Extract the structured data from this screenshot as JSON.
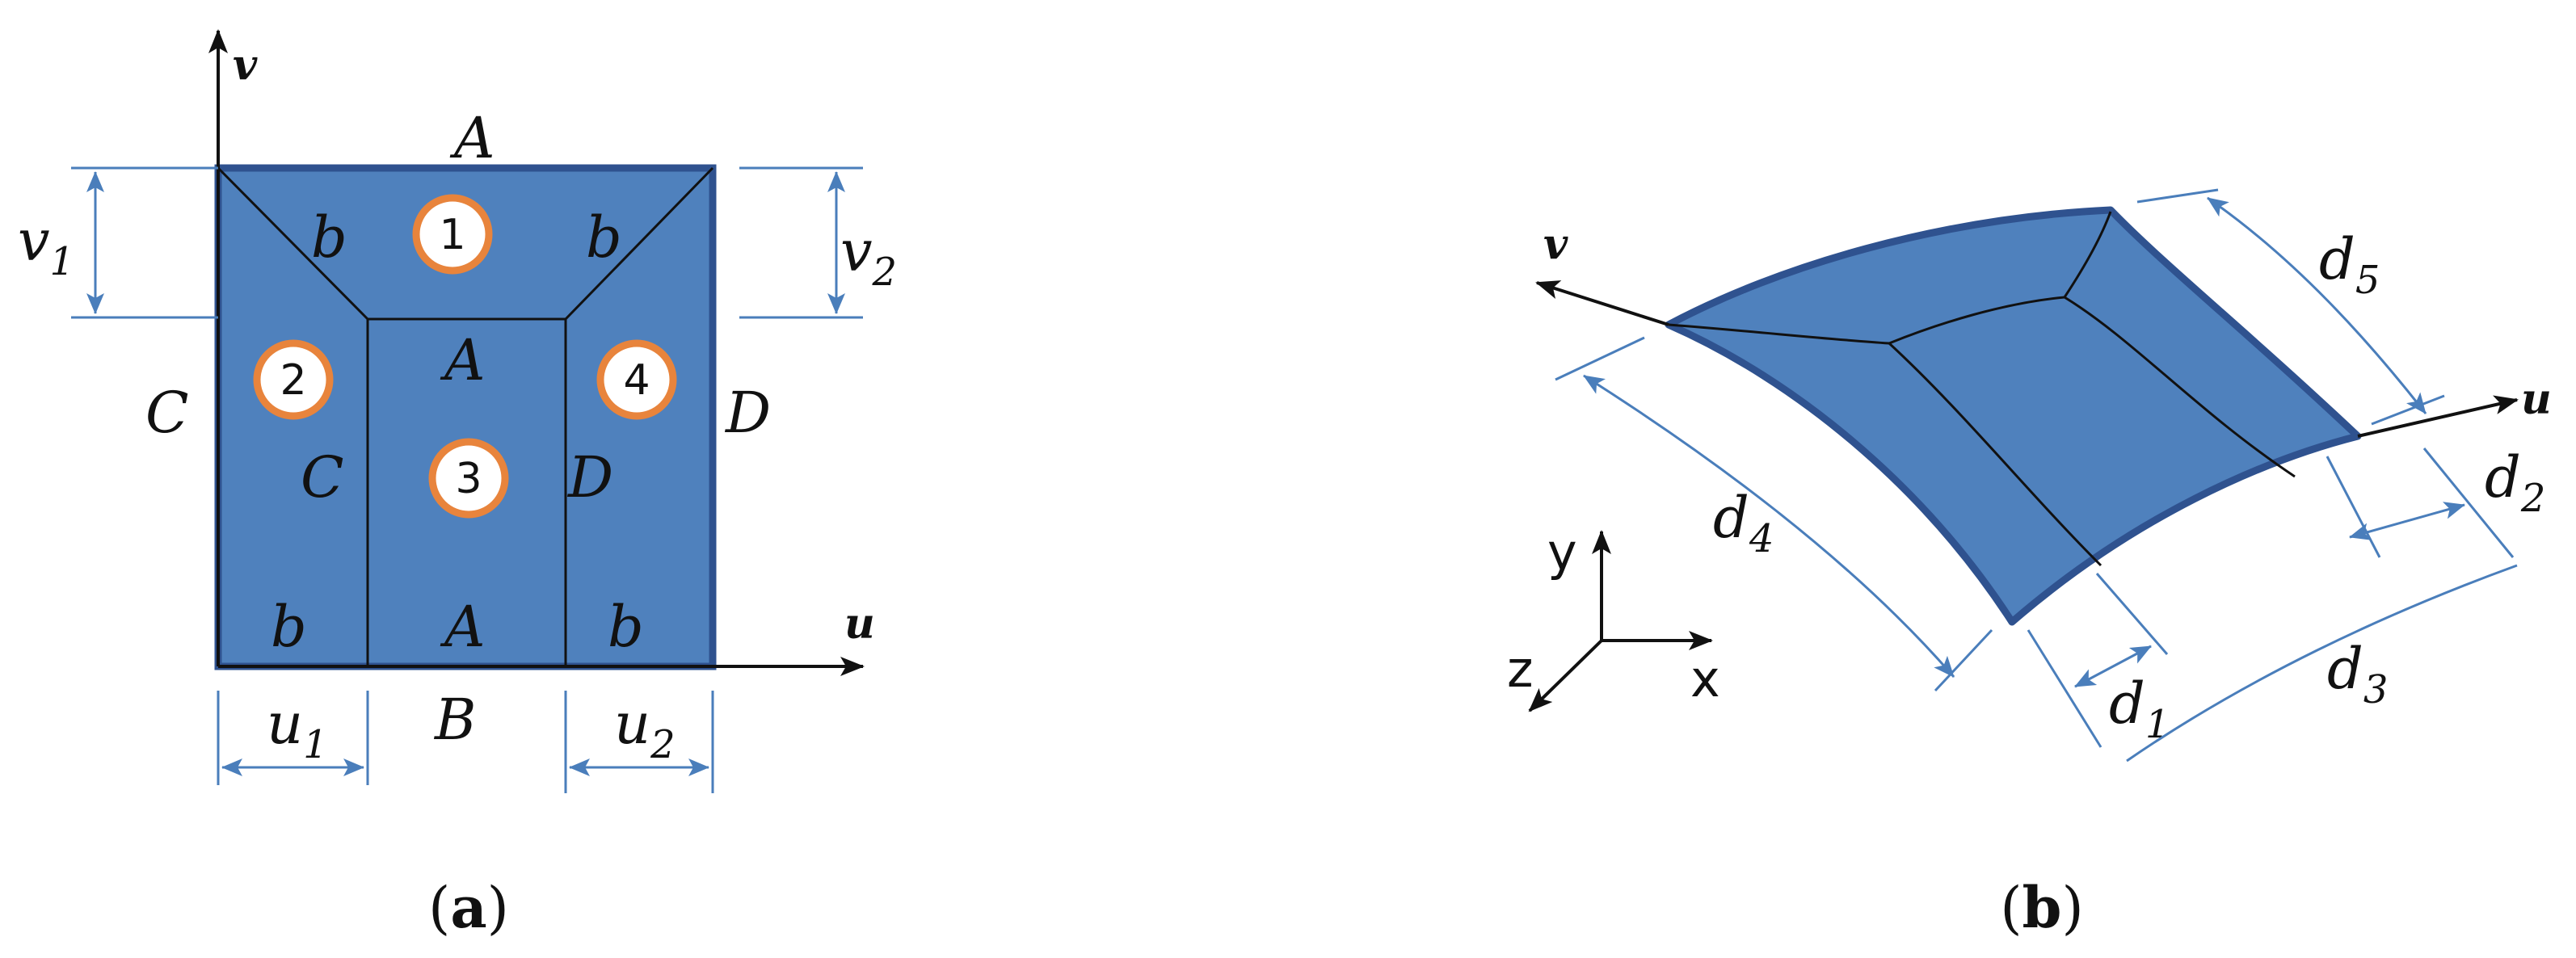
{
  "panel_a": {
    "axis_u": "u",
    "axis_v": "v",
    "edge_top": "A",
    "edge_bottom": "B",
    "edge_left": "C",
    "edge_right": "D",
    "inner_top": "A",
    "inner_bottom": "A",
    "inner_left": "C",
    "inner_right": "D",
    "b_top_left": "b",
    "b_top_right": "b",
    "b_bottom_left": "b",
    "b_bottom_right": "b",
    "region_1": "1",
    "region_2": "2",
    "region_3": "3",
    "region_4": "4",
    "dim_v1": "v",
    "dim_v1_sub": "1",
    "dim_v2": "v",
    "dim_v2_sub": "2",
    "dim_u1": "u",
    "dim_u1_sub": "1",
    "dim_u2": "u",
    "dim_u2_sub": "2",
    "caption_open": "(",
    "caption_letter": "a",
    "caption_close": ")"
  },
  "panel_b": {
    "axis_u": "u",
    "axis_v": "v",
    "coord_x": "x",
    "coord_y": "y",
    "coord_z": "z",
    "dim_d1": "d",
    "dim_d1_sub": "1",
    "dim_d2": "d",
    "dim_d2_sub": "2",
    "dim_d3": "d",
    "dim_d3_sub": "3",
    "dim_d4": "d",
    "dim_d4_sub": "4",
    "dim_d5": "d",
    "dim_d5_sub": "5",
    "caption_open": "(",
    "caption_letter": "b",
    "caption_close": ")"
  },
  "colors": {
    "fill": "#4f81bd",
    "fill_edge": "#2f528f",
    "dimension": "#4a7ebb",
    "badge_ring": "#e8843c",
    "line": "#111111"
  }
}
